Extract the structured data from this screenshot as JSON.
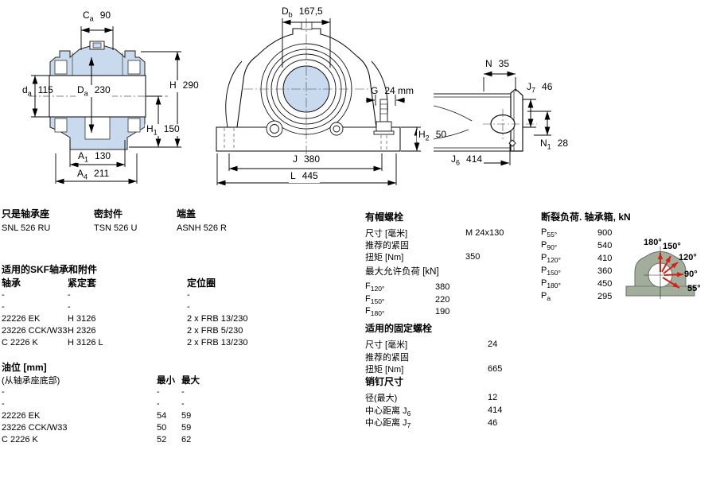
{
  "drawings": {
    "section_view": {
      "dims": {
        "Ca": {
          "sym": "C",
          "sub": "a",
          "val": "90"
        },
        "da": {
          "sym": "d",
          "sub": "a",
          "val": "115"
        },
        "Da": {
          "sym": "D",
          "sub": "a",
          "val": "230"
        },
        "H": {
          "sym": "H",
          "sub": "",
          "val": "290"
        },
        "H1": {
          "sym": "H",
          "sub": "1",
          "val": "150"
        },
        "A1": {
          "sym": "A",
          "sub": "1",
          "val": "130"
        },
        "A4": {
          "sym": "A",
          "sub": "4",
          "val": "211"
        }
      }
    },
    "front_view": {
      "dims": {
        "Db": {
          "sym": "D",
          "sub": "b",
          "val": "167,5"
        },
        "G": {
          "sym": "G",
          "sub": "",
          "val": "24 mm"
        },
        "H2": {
          "sym": "H",
          "sub": "2",
          "val": "50"
        },
        "J": {
          "sym": "J",
          "sub": "",
          "val": "380"
        },
        "L": {
          "sym": "L",
          "sub": "",
          "val": "445"
        }
      }
    },
    "side_view": {
      "dims": {
        "N": {
          "sym": "N",
          "sub": "",
          "val": "35"
        },
        "J7": {
          "sym": "J",
          "sub": "7",
          "val": "46"
        },
        "N1": {
          "sym": "N",
          "sub": "1",
          "val": "28"
        },
        "J6": {
          "sym": "J",
          "sub": "6",
          "val": "414"
        }
      }
    },
    "load_diagram": {
      "angles": [
        "180°",
        "150°",
        "120°",
        "90°",
        "55°"
      ]
    }
  },
  "designations": {
    "housing_label": "只是轴承座",
    "housing_value": "SNL 526 RU",
    "seal_label": "密封件",
    "seal_value": "TSN 526 U",
    "end_cover_label": "端盖",
    "end_cover_value": "ASNH 526 R"
  },
  "skf_parts": {
    "title": "适用的SKF轴承和附件",
    "col_bearing": "轴承",
    "col_sleeve": "紧定套",
    "col_ring": "定位圈",
    "rows": [
      {
        "bearing": "-",
        "sleeve": "-",
        "ring": "-"
      },
      {
        "bearing": "-",
        "sleeve": "-",
        "ring": "-"
      },
      {
        "bearing": "22226 EK",
        "sleeve": "H 3126",
        "ring": "2 x FRB 13/230"
      },
      {
        "bearing": "23226 CCK/W33",
        "sleeve": "H 2326",
        "ring": "2 x FRB 5/230"
      },
      {
        "bearing": "C 2226 K",
        "sleeve": "H 3126 L",
        "ring": "2 x FRB 13/230"
      }
    ]
  },
  "oil_level": {
    "title": "油位 [mm]",
    "subtitle": "(从轴承座底部)",
    "col_min": "最小",
    "col_max": "最大",
    "rows": [
      {
        "name": "-",
        "min": "-",
        "max": "-"
      },
      {
        "name": "-",
        "min": "-",
        "max": "-"
      },
      {
        "name": "22226 EK",
        "min": "54",
        "max": "59"
      },
      {
        "name": "23226 CCK/W33",
        "min": "50",
        "max": "59"
      },
      {
        "name": "C 2226 K",
        "min": "52",
        "max": "62"
      }
    ]
  },
  "cap_bolts": {
    "title": "有帽螺栓",
    "size_label": "尺寸 [毫米]",
    "size_value": "M 24x130",
    "tighten_label": "推荐的紧固",
    "torque_label": "扭矩 [Nm]",
    "torque_value": "350"
  },
  "max_load": {
    "title": "最大允许负荷 [kN]",
    "rows": [
      {
        "sym": "F",
        "sub": "120°",
        "val": "380"
      },
      {
        "sym": "F",
        "sub": "150°",
        "val": "220"
      },
      {
        "sym": "F",
        "sub": "180°",
        "val": "190"
      }
    ]
  },
  "fixing_bolts": {
    "title": "适用的固定螺栓",
    "size_label": "尺寸 [毫米]",
    "size_value": "24",
    "tighten_label": "推荐的紧固",
    "torque_label": "扭矩 [Nm]",
    "torque_value": "665"
  },
  "pins": {
    "title": "销钉尺寸",
    "dia_label": "径(最大)",
    "dia_value": "12",
    "j6_label": "中心距离 J",
    "j6_sub": "6",
    "j6_value": "414",
    "j7_label": "中心距离 J",
    "j7_sub": "7",
    "j7_value": "46"
  },
  "breaking_loads": {
    "title": "断裂负荷. 轴承箱, kN",
    "rows": [
      {
        "sym": "P",
        "sub": "55°",
        "val": "900"
      },
      {
        "sym": "P",
        "sub": "90°",
        "val": "540"
      },
      {
        "sym": "P",
        "sub": "120°",
        "val": "410"
      },
      {
        "sym": "P",
        "sub": "150°",
        "val": "360"
      },
      {
        "sym": "P",
        "sub": "180°",
        "val": "450"
      },
      {
        "sym": "P",
        "sub": "a",
        "val": "295"
      }
    ]
  },
  "colors": {
    "fill_blue": "#c9daee",
    "arrow_red": "#d42015",
    "housing_gray": "#a3ad9c"
  }
}
